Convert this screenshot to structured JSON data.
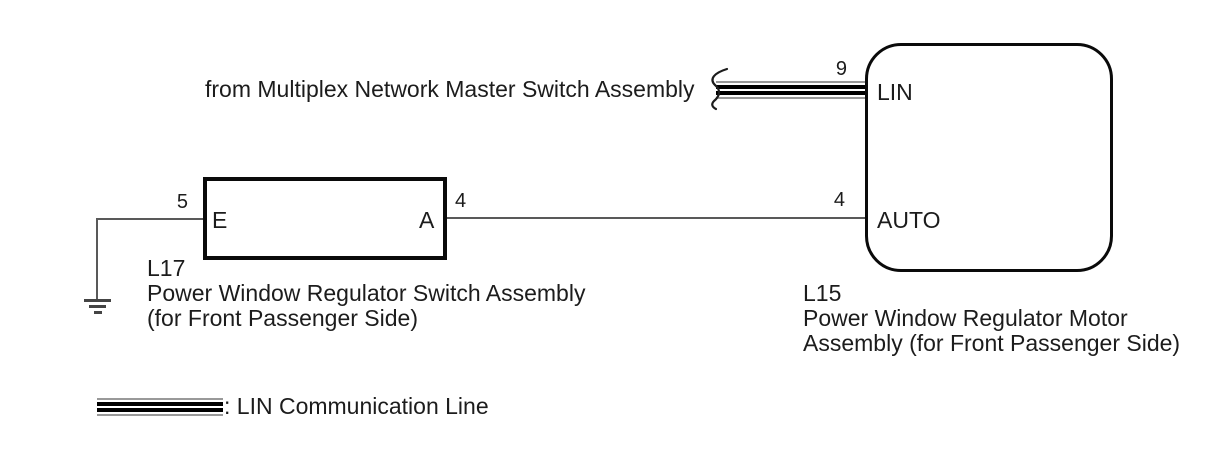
{
  "diagram": {
    "source_label": "from Multiplex Network Master Switch Assembly",
    "switch_assembly": {
      "code": "L17",
      "name": "Power Window Regulator Switch Assembly",
      "name2": "(for Front Passenger Side)",
      "pin_e": {
        "number": "5",
        "label": "E"
      },
      "pin_a": {
        "number": "4",
        "label": "A"
      }
    },
    "motor_assembly": {
      "code": "L15",
      "name": "Power Window Regulator Motor",
      "name2": "Assembly (for Front Passenger Side)",
      "pin_lin": {
        "number": "9",
        "label": "LIN"
      },
      "pin_auto": {
        "number": "4",
        "label": "AUTO"
      }
    },
    "legend_label": ": LIN Communication Line",
    "colors": {
      "wire": "#595959",
      "stripe_black": "#000000",
      "stripe_gray": "#999999",
      "box_border": "#0a0a0a"
    }
  }
}
